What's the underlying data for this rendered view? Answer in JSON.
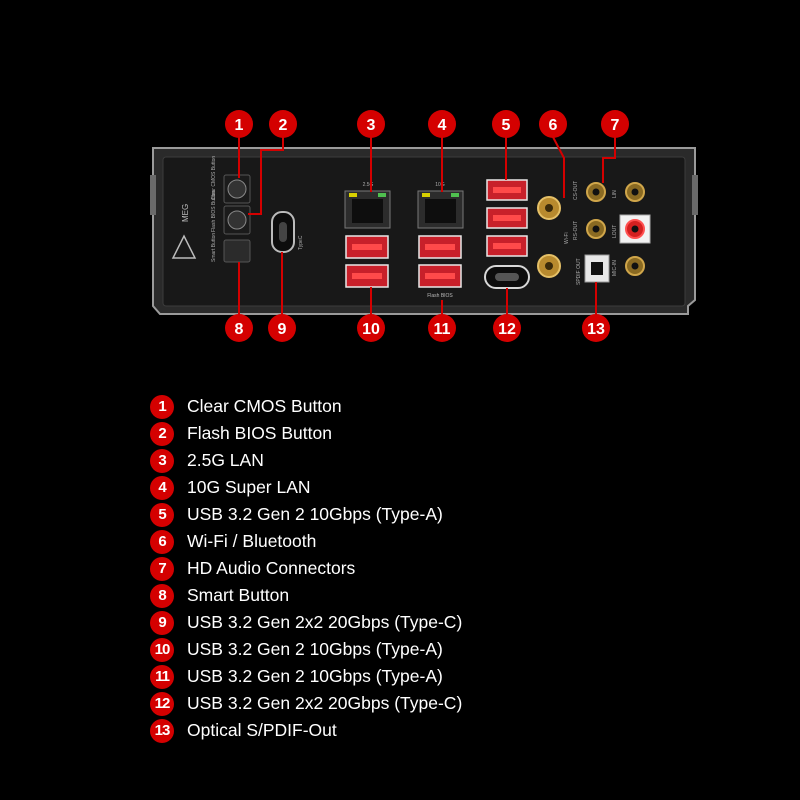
{
  "brand": "MEG",
  "ports": [
    {
      "number": "1",
      "label": "Clear CMOS Button"
    },
    {
      "number": "2",
      "label": "Flash BIOS Button"
    },
    {
      "number": "3",
      "label": "2.5G LAN"
    },
    {
      "number": "4",
      "label": "10G Super LAN"
    },
    {
      "number": "5",
      "label": "USB 3.2 Gen 2 10Gbps (Type-A)"
    },
    {
      "number": "6",
      "label": "Wi-Fi / Bluetooth"
    },
    {
      "number": "7",
      "label": "HD Audio Connectors"
    },
    {
      "number": "8",
      "label": "Smart Button"
    },
    {
      "number": "9",
      "label": "USB 3.2 Gen 2x2 20Gbps (Type-C)"
    },
    {
      "number": "10",
      "label": "USB 3.2 Gen 2 10Gbps (Type-A)"
    },
    {
      "number": "11",
      "label": "USB 3.2 Gen 2 10Gbps (Type-A)"
    },
    {
      "number": "12",
      "label": "USB 3.2 Gen 2x2 20Gbps (Type-C)"
    },
    {
      "number": "13",
      "label": "Optical S/PDIF-Out"
    }
  ],
  "panel_text": {
    "clear_cmos": "Clear CMOS Button",
    "flash_bios_button": "Flash BIOS Button",
    "smart_button": "Smart Button",
    "type_c": "TypeC",
    "lan_2_5g": "2.5G",
    "lan_10g": "10G",
    "flash_bios": "Flash BIOS",
    "wifi": "Wi-Fi",
    "spdif": "SPDIF OUT",
    "cs_out": "CS-OUT",
    "rs_out": "RS-OUT",
    "line_in": "LIN",
    "line_out": "LOUT",
    "mic_in": "MIC-IN"
  },
  "colors": {
    "badge_red": "#d40000",
    "usb_red": "#c8202a",
    "panel": "#161616",
    "frame": "#8a8a8a"
  }
}
